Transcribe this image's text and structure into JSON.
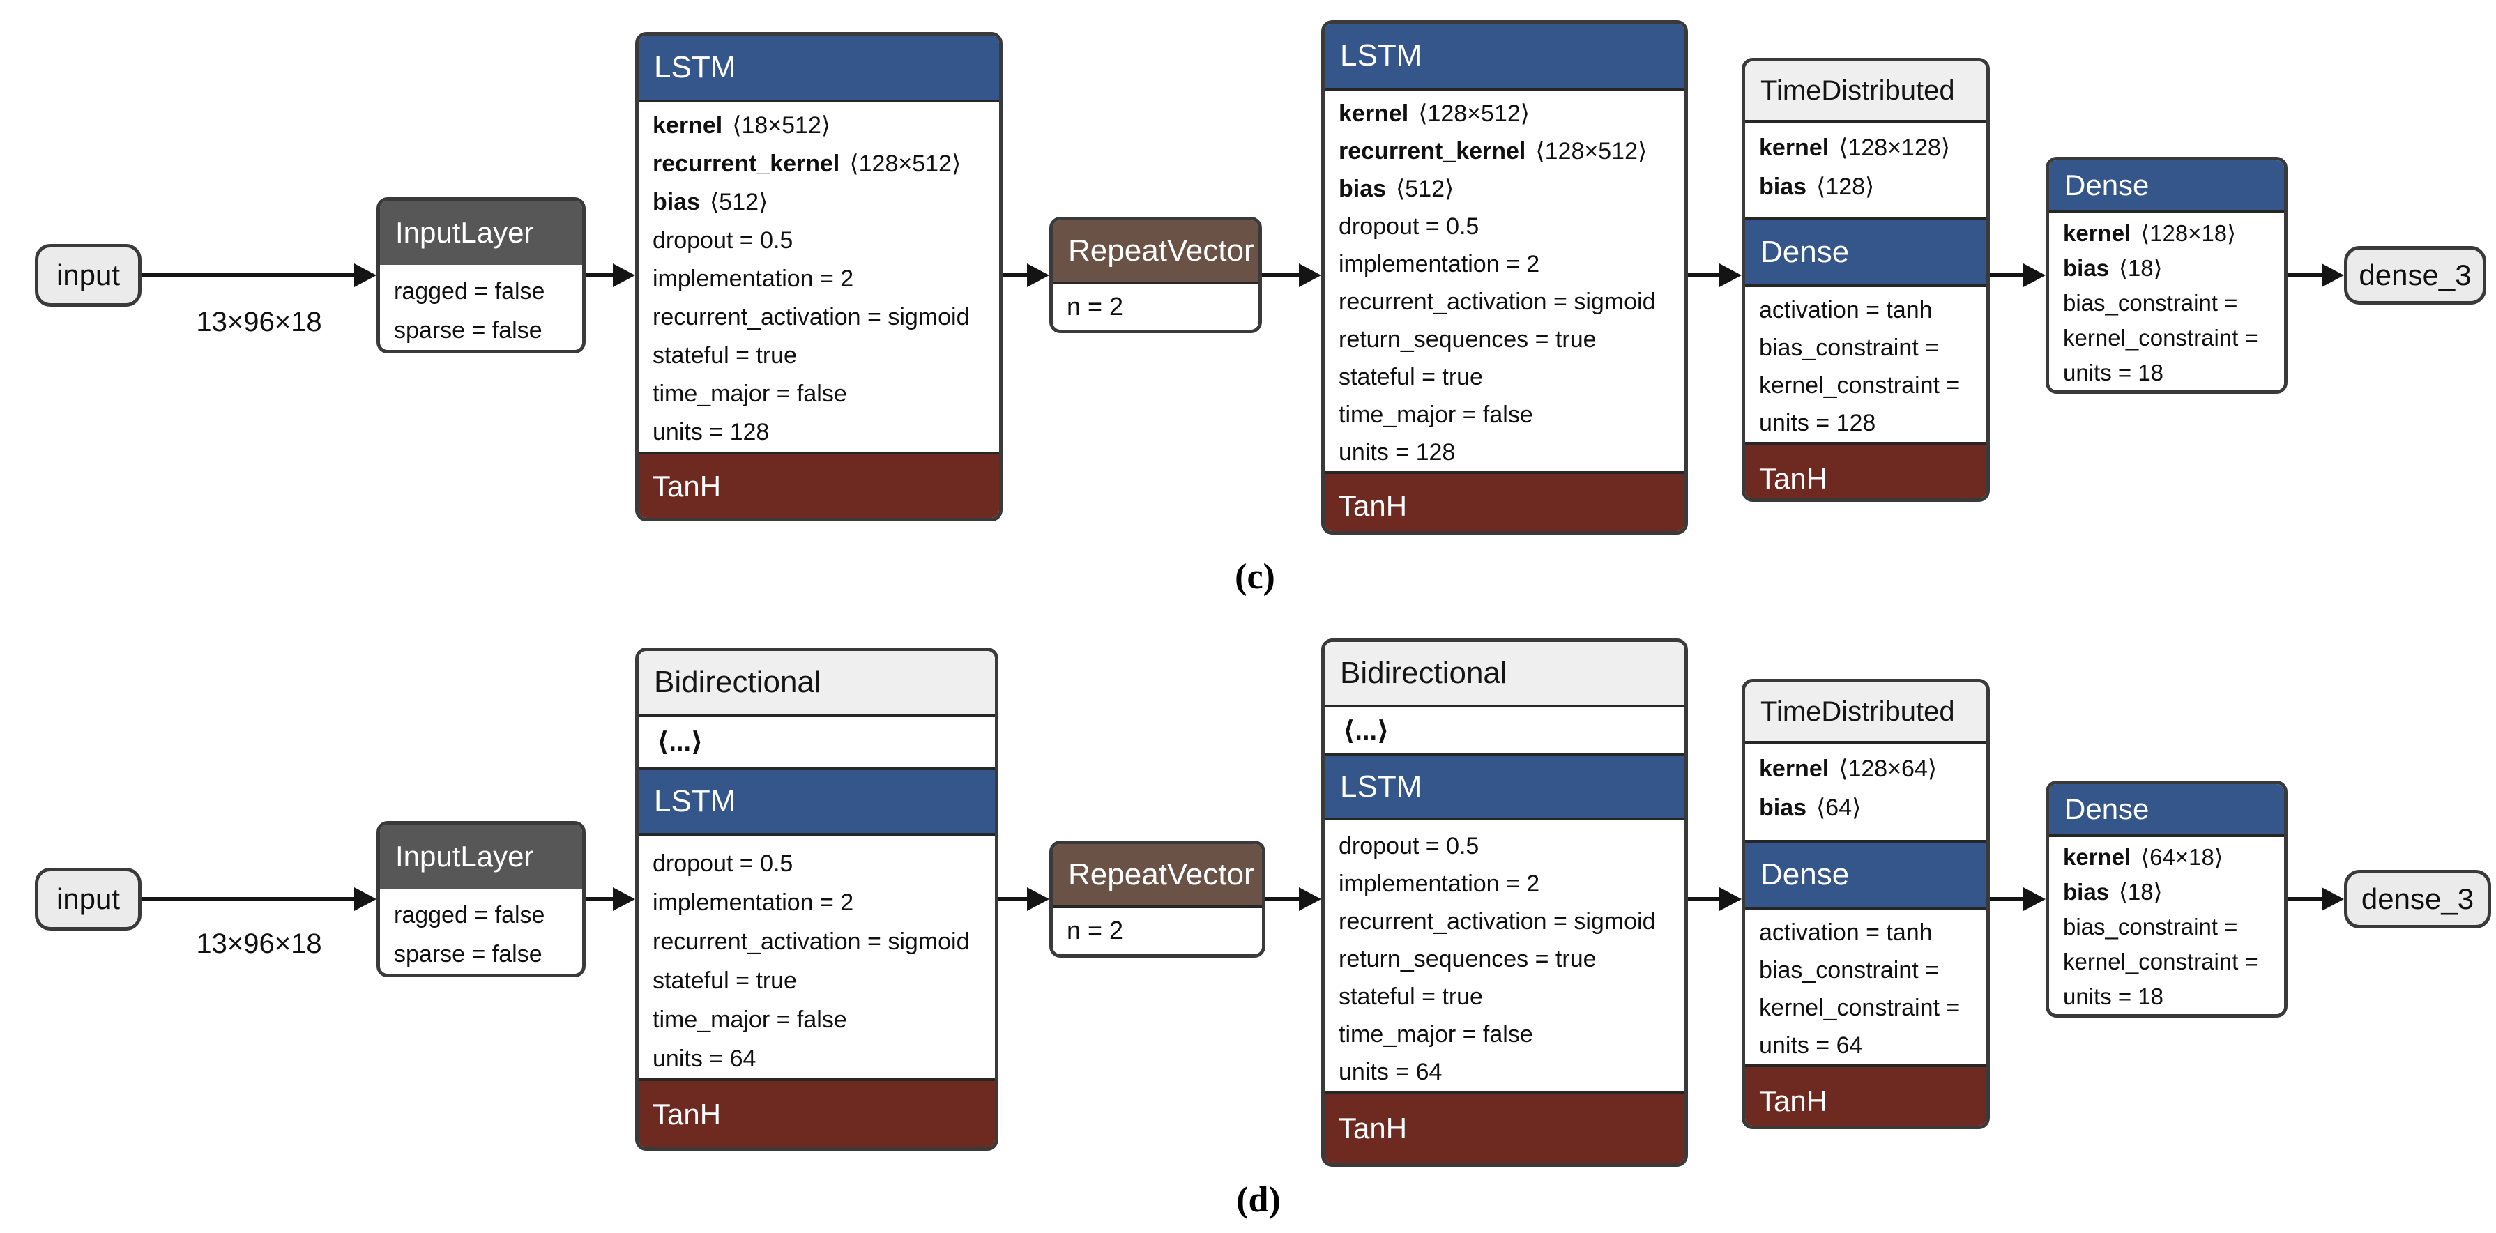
{
  "edge_label": "13×96×18",
  "captions": {
    "c": "(c)",
    "d": "(d)"
  },
  "colors": {
    "header_blue": "#35568a",
    "footer_red": "#6e2a20",
    "repeat_brown": "#6a5247",
    "input_layer_gray": "#575757",
    "light_header_gray": "#efefef",
    "node_fill": "#ebebeb",
    "border_dark": "#3a3a3a",
    "arrow_black": "#141414"
  },
  "c": {
    "input_node": "input",
    "input_layer": {
      "title": "InputLayer",
      "params": [
        "ragged = false",
        "sparse = false"
      ]
    },
    "lstm1": {
      "title": "LSTM",
      "weights": [
        {
          "name": "kernel",
          "dims": "⟨18×512⟩"
        },
        {
          "name": "recurrent_kernel",
          "dims": "⟨128×512⟩"
        },
        {
          "name": "bias",
          "dims": "⟨512⟩"
        }
      ],
      "params": [
        "dropout = 0.5",
        "implementation = 2",
        "recurrent_activation = sigmoid",
        "stateful = true",
        "time_major = false",
        "units = 128"
      ],
      "activation": "TanH"
    },
    "repeat_vector": {
      "title": "RepeatVector",
      "params": [
        "n = 2"
      ]
    },
    "lstm2": {
      "title": "LSTM",
      "weights": [
        {
          "name": "kernel",
          "dims": "⟨128×512⟩"
        },
        {
          "name": "recurrent_kernel",
          "dims": "⟨128×512⟩"
        },
        {
          "name": "bias",
          "dims": "⟨512⟩"
        }
      ],
      "params": [
        "dropout = 0.5",
        "implementation = 2",
        "recurrent_activation = sigmoid",
        "return_sequences = true",
        "stateful = true",
        "time_major = false",
        "units = 128"
      ],
      "activation": "TanH"
    },
    "time_distributed": {
      "title": "TimeDistributed",
      "weights": [
        {
          "name": "kernel",
          "dims": "⟨128×128⟩"
        },
        {
          "name": "bias",
          "dims": "⟨128⟩"
        }
      ],
      "sub_title": "Dense",
      "params": [
        "activation = tanh",
        "bias_constraint =",
        "kernel_constraint =",
        "units = 128"
      ],
      "activation": "TanH"
    },
    "dense": {
      "title": "Dense",
      "weights": [
        {
          "name": "kernel",
          "dims": "⟨128×18⟩"
        },
        {
          "name": "bias",
          "dims": "⟨18⟩"
        }
      ],
      "params": [
        "bias_constraint =",
        "kernel_constraint =",
        "units = 18"
      ]
    },
    "output_node": "dense_3"
  },
  "d": {
    "input_node": "input",
    "input_layer": {
      "title": "InputLayer",
      "params": [
        "ragged = false",
        "sparse = false"
      ]
    },
    "bidirectional1": {
      "title": "Bidirectional",
      "collapsed": "⟨...⟩",
      "sub_title": "LSTM",
      "params": [
        "dropout = 0.5",
        "implementation = 2",
        "recurrent_activation = sigmoid",
        "stateful = true",
        "time_major = false",
        "units = 64"
      ],
      "activation": "TanH"
    },
    "repeat_vector": {
      "title": "RepeatVector",
      "params": [
        "n = 2"
      ]
    },
    "bidirectional2": {
      "title": "Bidirectional",
      "collapsed": "⟨...⟩",
      "sub_title": "LSTM",
      "params": [
        "dropout = 0.5",
        "implementation = 2",
        "recurrent_activation = sigmoid",
        "return_sequences = true",
        "stateful = true",
        "time_major = false",
        "units = 64"
      ],
      "activation": "TanH"
    },
    "time_distributed": {
      "title": "TimeDistributed",
      "weights": [
        {
          "name": "kernel",
          "dims": "⟨128×64⟩"
        },
        {
          "name": "bias",
          "dims": "⟨64⟩"
        }
      ],
      "sub_title": "Dense",
      "params": [
        "activation = tanh",
        "bias_constraint =",
        "kernel_constraint =",
        "units = 64"
      ],
      "activation": "TanH"
    },
    "dense": {
      "title": "Dense",
      "weights": [
        {
          "name": "kernel",
          "dims": "⟨64×18⟩"
        },
        {
          "name": "bias",
          "dims": "⟨18⟩"
        }
      ],
      "params": [
        "bias_constraint =",
        "kernel_constraint =",
        "units = 18"
      ]
    },
    "output_node": "dense_3"
  }
}
